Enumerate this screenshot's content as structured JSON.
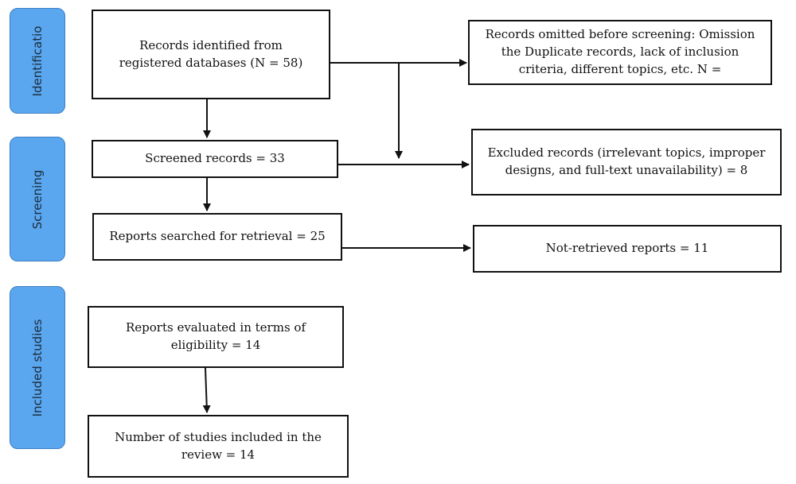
{
  "phases": {
    "identification": "Identificatio",
    "screening": "Screening",
    "included": "Included studies"
  },
  "boxes": {
    "identified": "Records identified from registered databases (N = 58)",
    "omitted": "Records omitted before screening: Omission the Duplicate records, lack of inclusion criteria, different topics, etc. N =",
    "screened": "Screened records = 33",
    "excluded": "Excluded records (irrelevant topics, improper designs, and full-text unavailability) = 8",
    "searched": "Reports searched for retrieval = 25",
    "not_retrieved": "Not-retrieved reports = 11",
    "evaluated": "Reports evaluated in terms of eligibility = 14",
    "included": "Number of studies included in the review = 14"
  },
  "colors": {
    "phase_fill": "#5aa7f0",
    "border": "#111111"
  }
}
